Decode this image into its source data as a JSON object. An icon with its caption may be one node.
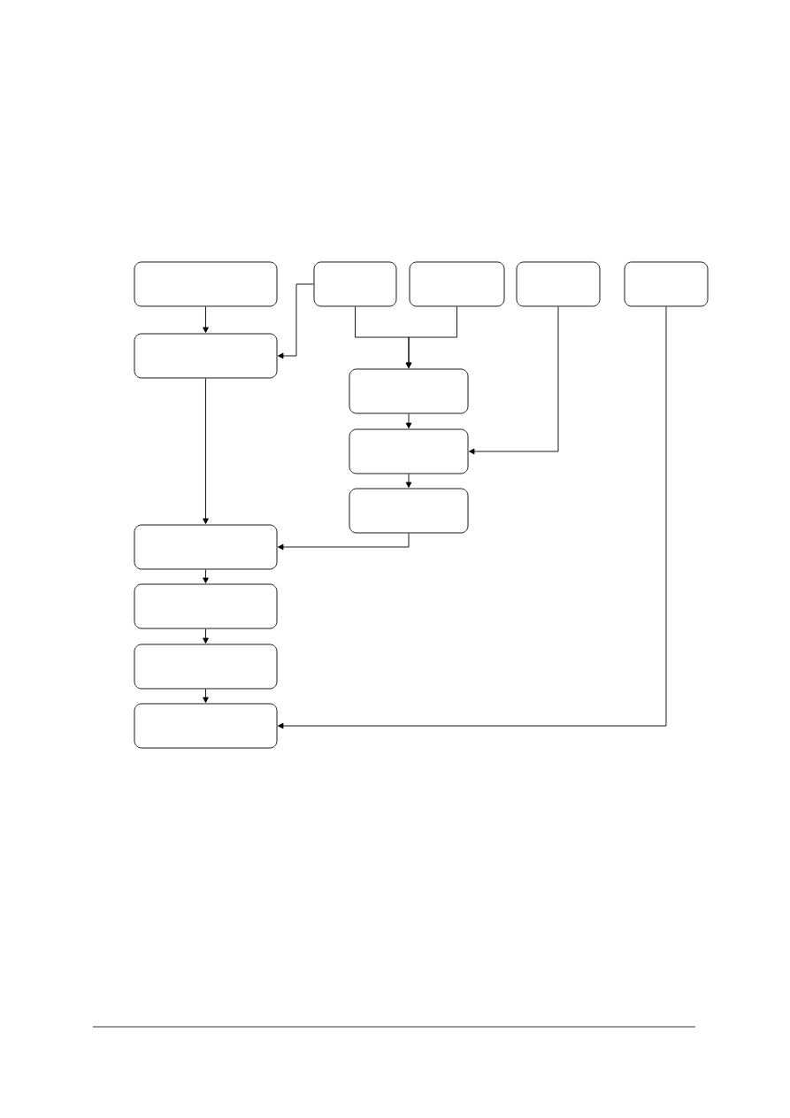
{
  "diagram": {
    "nodes": [
      {
        "text": [],
        "shape": "box"
      },
      {
        "text": [],
        "shape": "box"
      },
      {
        "text": [],
        "shape": "box"
      },
      {
        "text": [],
        "shape": "box"
      },
      {
        "text": [],
        "shape": "box"
      },
      {
        "text": [],
        "shape": "box"
      },
      {
        "text": [],
        "shape": "box"
      },
      {
        "text": [],
        "shape": "box"
      },
      {
        "text": [],
        "shape": "box"
      },
      {
        "text": [],
        "shape": "box"
      },
      {
        "text": [],
        "shape": "box"
      },
      {
        "text": [],
        "shape": "box"
      },
      {
        "text": [],
        "shape": "box"
      }
    ],
    "edges": [
      {
        "from": 0,
        "to": 5,
        "arrow": "to"
      },
      {
        "from": 1,
        "to": 5,
        "arrow": "to"
      },
      {
        "from": 1,
        "to": 6,
        "arrow": "to"
      },
      {
        "from": 2,
        "to": 6,
        "arrow": "to"
      },
      {
        "from": 6,
        "to": 7,
        "arrow": "to"
      },
      {
        "from": 3,
        "to": 7,
        "arrow": "to"
      },
      {
        "from": 7,
        "to": 8,
        "arrow": "to"
      },
      {
        "from": 5,
        "to": 9,
        "arrow": "to"
      },
      {
        "from": 8,
        "to": 9,
        "arrow": "to"
      },
      {
        "from": 9,
        "to": 10,
        "arrow": "to"
      },
      {
        "from": 10,
        "to": 11,
        "arrow": "to"
      },
      {
        "from": 11,
        "to": 12,
        "arrow": "to"
      },
      {
        "from": 4,
        "to": 12,
        "arrow": "to"
      }
    ]
  }
}
